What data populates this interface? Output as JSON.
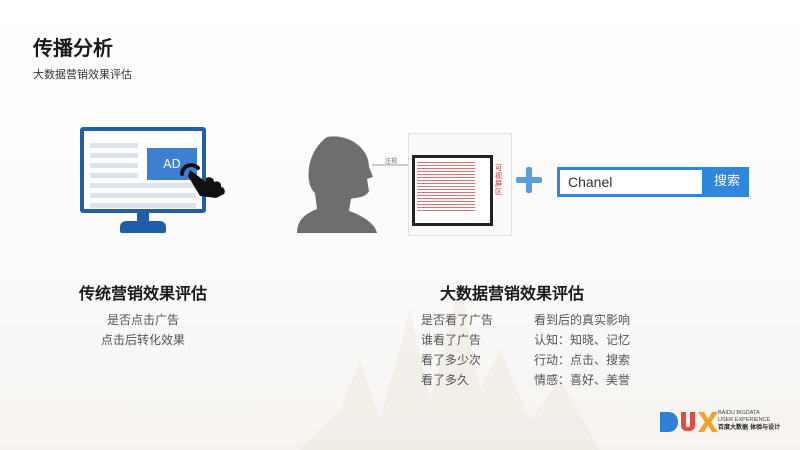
{
  "header": {
    "title": "传播分析",
    "subtitle": "大数据营销效果评估"
  },
  "traditional": {
    "ad_label": "AD",
    "heading": "传统营销效果评估",
    "items": [
      "是否点击广告",
      "点击后转化效果"
    ]
  },
  "eye_tracking": {
    "sight_label": "注视",
    "vertical_label": "可视屏区"
  },
  "search": {
    "value": "Chanel",
    "button_label": "搜索"
  },
  "bigdata": {
    "heading": "大数据营销效果评估",
    "left_items": [
      "是否看了广告",
      "谁看了广告",
      "看了多少次",
      "看了多久"
    ],
    "right_items": [
      "看到后的真实影响",
      "认知：知晓、记忆",
      "行动：点击、搜索",
      "情感：喜好、美誉"
    ]
  },
  "logo": {
    "mark": "DUX",
    "line1": "BAIDU BIGDATA",
    "line2": "USER EXPERIENCE",
    "line3": "百度大数据 体验与设计"
  },
  "colors": {
    "brand_blue": "#2f86dd",
    "monitor_blue": "#1f5fa8",
    "plus_blue": "#5b9ee0"
  }
}
